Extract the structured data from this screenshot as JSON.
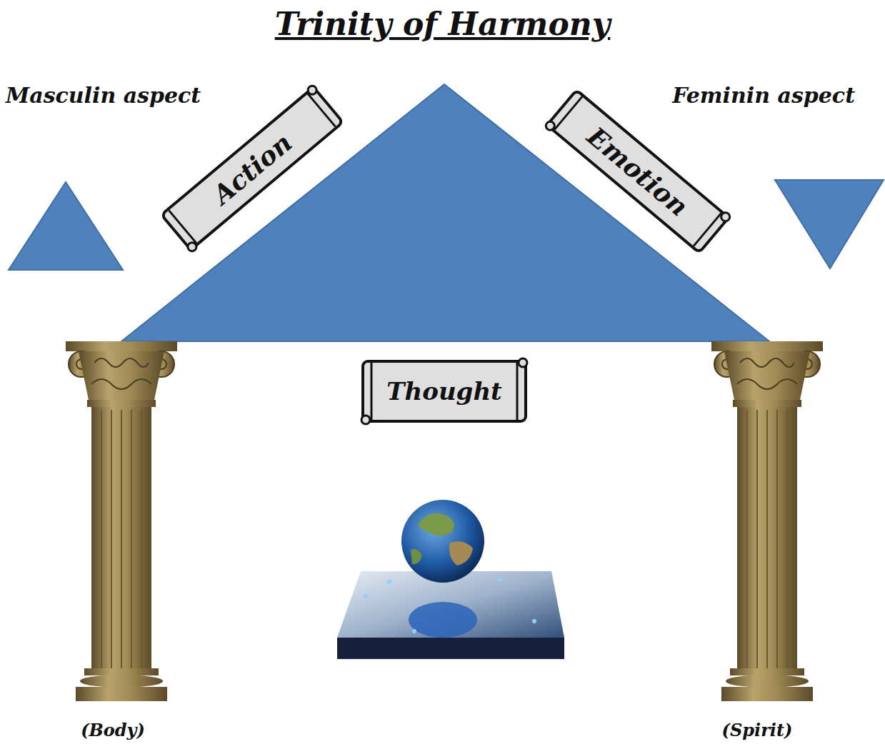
{
  "diagram": {
    "title": "Trinity of Harmony",
    "nodes": [
      {
        "text": [
          "Action"
        ]
      },
      {
        "text": [
          "Emotion"
        ]
      },
      {
        "text": [
          "Thought"
        ]
      }
    ],
    "labels": [
      "Masculin aspect",
      "Feminin aspect",
      "(Body)",
      "(Spirit)"
    ]
  }
}
